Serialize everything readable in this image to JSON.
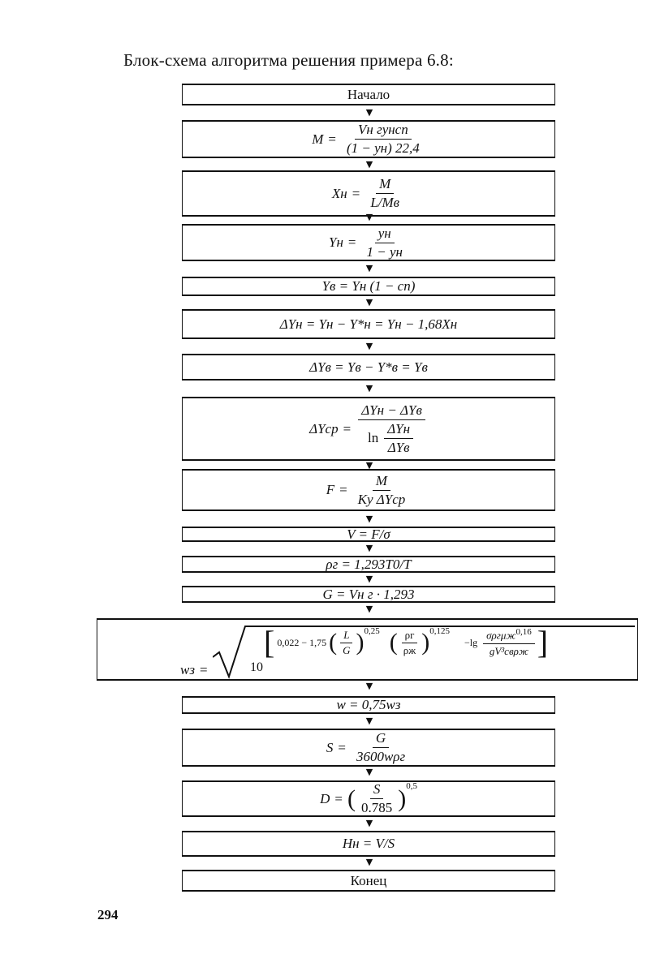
{
  "heading": "Блок-схема алгоритма решения примера 6.8:",
  "page_number": "294",
  "arrow_glyph": "▼",
  "start_label": "Начало",
  "end_label": "Конец",
  "f_M": {
    "lhs": "M",
    "eq": "=",
    "num": "Vн гyнcп",
    "den": "(1 − yн) 22,4"
  },
  "f_Xn": {
    "lhs": "Xн",
    "eq": "=",
    "num": "M",
    "den": "L/Mв"
  },
  "f_Yn": {
    "lhs": "Yн",
    "eq": "=",
    "num": "yн",
    "den": "1 − yн"
  },
  "f_Yv": {
    "text": "Yв = Yн (1 − cп)"
  },
  "f_dYn": {
    "text": "ΔYн = Yн − Y*н = Yн − 1,68Xн"
  },
  "f_dYv": {
    "text": "ΔYв = Yв − Y*в = Yв"
  },
  "f_dYsr": {
    "lhs": "ΔYср",
    "eq": "=",
    "num": "ΔYн − ΔYв",
    "ln": "ln",
    "ln_num": "ΔYн",
    "ln_den": "ΔYв"
  },
  "f_F": {
    "lhs": "F",
    "eq": "=",
    "num": "M",
    "den": "Ky ΔYср"
  },
  "f_V": {
    "text": "V = F/σ"
  },
  "f_rho": {
    "text": "ρг = 1,293T0/T"
  },
  "f_G": {
    "text": "G = Vн г · 1,293"
  },
  "f_w3": {
    "lhs": "wз",
    "eq": "=",
    "base": "10",
    "const": "0,022 − 1,75",
    "p1_num": "L",
    "p1_den": "G",
    "exp1": "0,25",
    "p2_num": "ρг",
    "p2_den": "ρж",
    "exp2": "0,125",
    "lg": "−lg",
    "lg_num": "σρгμж",
    "lg_exp": "0,16",
    "lg_den": "gV³свρж"
  },
  "f_w": {
    "text": "w = 0,75wз"
  },
  "f_S": {
    "lhs": "S",
    "eq": "=",
    "num": "G",
    "den": "3600wρг"
  },
  "f_D": {
    "lhs": "D",
    "eq": "=",
    "num": "S",
    "den": "0.785",
    "exp": "0,5"
  },
  "f_H": {
    "text": "Hн = V/S"
  }
}
